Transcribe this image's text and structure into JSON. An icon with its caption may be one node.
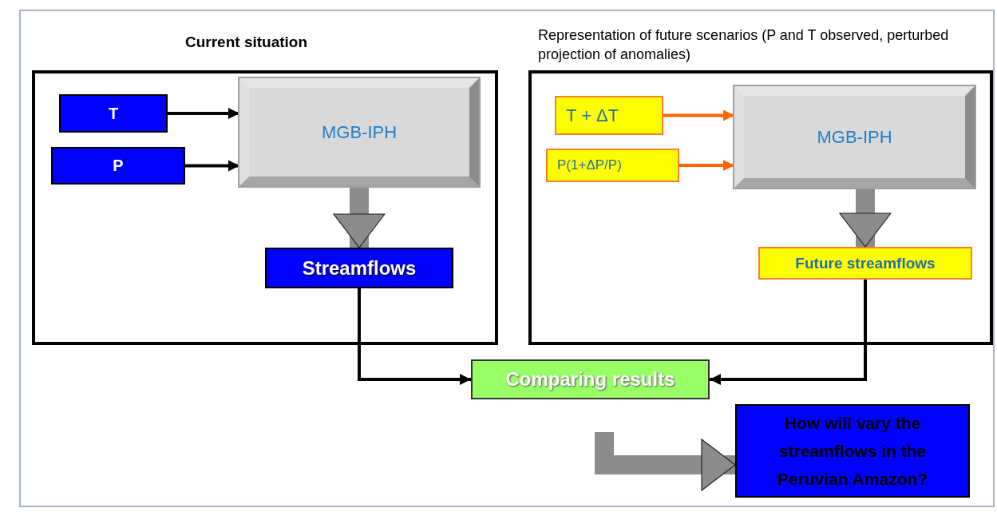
{
  "diagram": {
    "nodes": [
      {
        "text": [
          "Current situation"
        ]
      },
      {
        "text": [
          "T"
        ],
        "in": 0
      },
      {
        "text": [
          "P"
        ],
        "in": 0
      },
      {
        "text": [
          "MGB-IPH"
        ],
        "in": 0
      },
      {
        "text": [
          "Streamflows"
        ],
        "in": 0
      },
      {
        "text": [
          "Representation of future scenarios (P and T observed, perturbed projection of anomalies)"
        ]
      },
      {
        "text": [
          "T + ΔT"
        ],
        "in": 5
      },
      {
        "text": [
          "P(1+ΔP/P)"
        ],
        "in": 5
      },
      {
        "text": [
          "MGB-IPH"
        ],
        "in": 5
      },
      {
        "text": [
          "Future streamflows"
        ],
        "in": 5
      },
      {
        "text": [
          "Comparing results"
        ]
      },
      {
        "text": [
          "How will vary the streamflows in the Peruvian Amazon?"
        ]
      }
    ],
    "edges": [
      {
        "from": 1,
        "to": 3,
        "arrow": "to"
      },
      {
        "from": 2,
        "to": 3,
        "arrow": "to"
      },
      {
        "from": 3,
        "to": 4,
        "arrow": "to",
        "style": "thick",
        "color": "#8c8c8c"
      },
      {
        "from": 6,
        "to": 8,
        "arrow": "to",
        "color": "#ff6600"
      },
      {
        "from": 7,
        "to": 8,
        "arrow": "to",
        "color": "#ff6600"
      },
      {
        "from": 8,
        "to": 9,
        "arrow": "to",
        "style": "thick",
        "color": "#8c8c8c"
      },
      {
        "from": 4,
        "to": 10,
        "arrow": "to"
      },
      {
        "from": 9,
        "to": 10,
        "arrow": "to"
      },
      {
        "from": null,
        "to": 11,
        "arrow": "to",
        "style": "thick",
        "color": "#8c8c8c"
      }
    ]
  }
}
